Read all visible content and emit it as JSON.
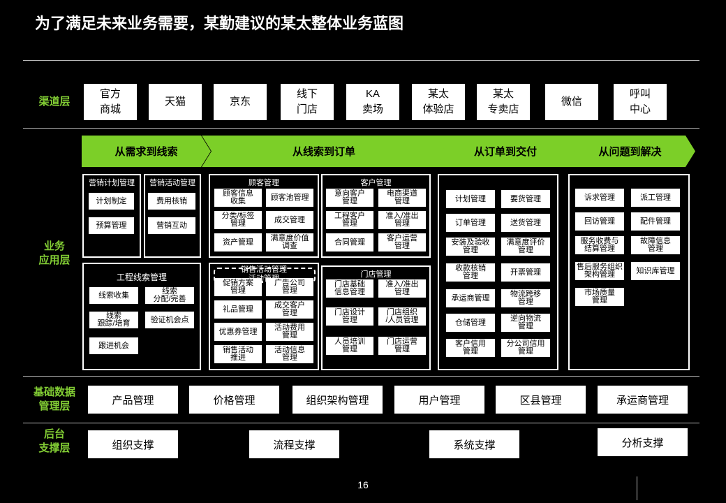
{
  "title": "为了满足未来业务需要，某勤建议的某太整体业务蓝图",
  "layers": {
    "channel": "渠道层",
    "business": "业务\n应用层",
    "base": "基础数据\n管理层",
    "backend": "后台\n支撑层"
  },
  "channels": [
    "官方\n商城",
    "天猫",
    "京东",
    "线下\n门店",
    "KA\n卖场",
    "某太\n体验店",
    "某太\n专卖店",
    "微信",
    "呼叫\n中心"
  ],
  "stages": [
    "从需求到线索",
    "从线索到订单",
    "从订单到交付",
    "从问题到解决"
  ],
  "demand": {
    "plan_title": "营销计划管理",
    "plan_items": [
      "计划制定",
      "预算管理"
    ],
    "activity_title": "营销活动管理",
    "activity_items": [
      "费用核销",
      "营销互动"
    ],
    "lead_title": "工程线索管理",
    "lead_items": [
      "线索收集",
      "线索\n分配/完善",
      "线索\n跟踪/培育",
      "验证机会点",
      "跟进机会"
    ]
  },
  "lead_to_order": {
    "customer_title": "顾客管理",
    "customer_items": [
      "顾客信息\n收集",
      "顾客池管理",
      "分类/标签\n管理",
      "成交管理",
      "资产管理",
      "满意度价值\n调查"
    ],
    "client_title": "客户管理",
    "client_items": [
      "意向客户\n管理",
      "电商渠道\n管理",
      "工程客户\n管理",
      "准入/准出\n管理",
      "合同管理",
      "客户运营\n管理"
    ],
    "promo_title": "销售活动管理",
    "promo_sub": "活动管理",
    "promo_items": [
      "促销方案\n管理",
      "广告公司\n管理",
      "礼品管理",
      "成交客户\n管理",
      "优惠券管理",
      "活动费用\n管理",
      "销售活动\n推进",
      "活动信息\n管理"
    ],
    "store_title": "门店管理",
    "store_items": [
      "门店基础\n信息管理",
      "准入/准出\n管理",
      "门店设计\n管理",
      "门店组织\n/人员管理",
      "人员培训\n管理",
      "门店运营\n管理"
    ]
  },
  "order_to_delivery": {
    "items": [
      "计划管理",
      "要货管理",
      "订单管理",
      "送货管理",
      "安装及验收\n管理",
      "满意度评价\n管理",
      "收款核销\n管理",
      "开票管理",
      "承运商管理",
      "物流跨移\n管理",
      "仓储管理",
      "逆向物流\n管理",
      "客户信用\n管理",
      "分公司信用\n管理"
    ]
  },
  "problem_to_solution": {
    "items": [
      "诉求管理",
      "派工管理",
      "回访管理",
      "配件管理",
      "服务收费与\n结算管理",
      "故障信息\n管理",
      "售后服务组织\n架构管理",
      "知识库管理",
      "市场质量\n管理"
    ]
  },
  "base_items": [
    "产品管理",
    "价格管理",
    "组织架构管理",
    "用户管理",
    "区县管理",
    "承运商管理"
  ],
  "backend_items": [
    "组织支撑",
    "流程支撑",
    "系统支撑",
    "分析支撑"
  ],
  "page_number": "16"
}
